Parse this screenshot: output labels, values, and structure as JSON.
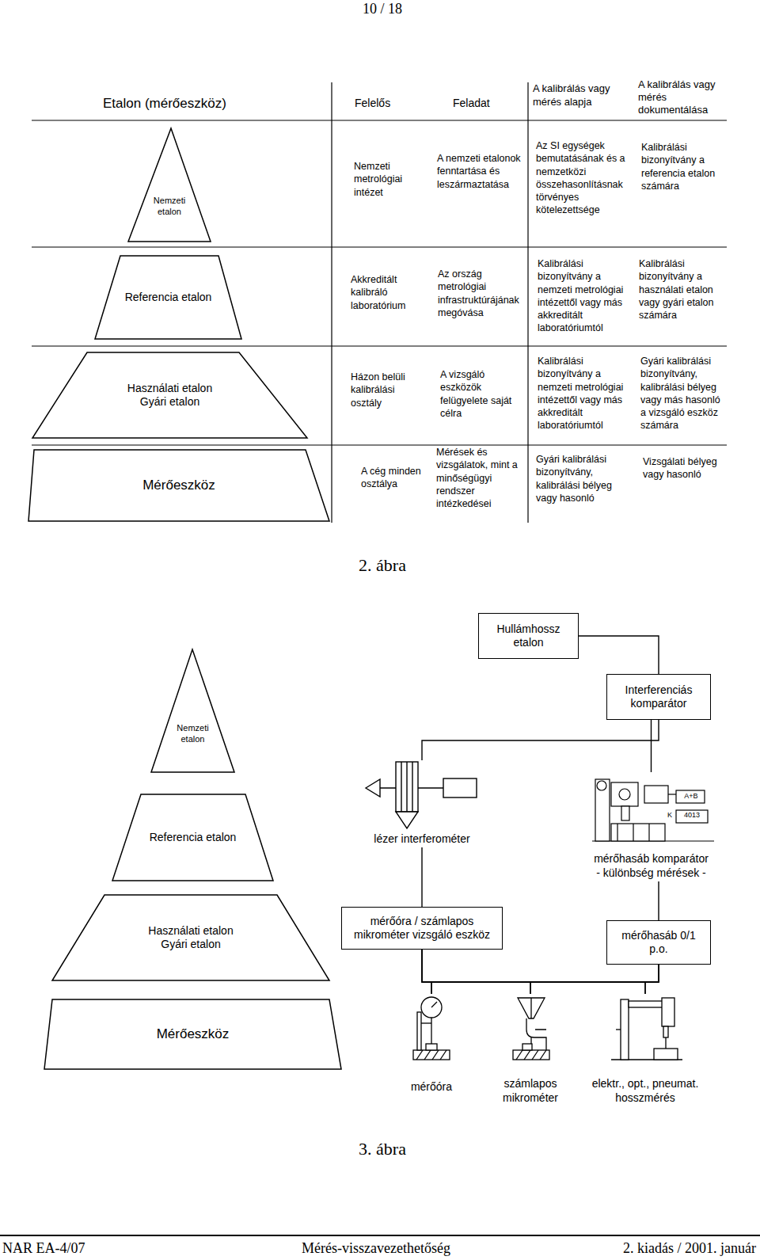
{
  "diagram": {
    "nodes": [
      {
        "text": [
          "Nemzeti etalon"
        ]
      },
      {
        "text": [
          "Referencia etalon"
        ]
      },
      {
        "text": [
          "Használati etalon Gyári etalon"
        ]
      },
      {
        "text": [
          "Mérőeszköz"
        ]
      },
      {
        "text": [
          "Hullámhossz etalon"
        ]
      },
      {
        "text": [
          "Interferenciás komparátor"
        ]
      },
      {
        "text": [
          "Nemzeti etalon"
        ]
      },
      {
        "text": [
          "Referencia etalon"
        ]
      },
      {
        "text": [
          "lézer interferométer"
        ]
      },
      {
        "text": [
          "mérőhasáb komparátor",
          "- különbség mérések -"
        ]
      },
      {
        "text": [
          "Használati etalon Gyári etalon"
        ]
      },
      {
        "text": [
          "mérőóra / számlapos mikrométer vizsgáló eszköz"
        ]
      },
      {
        "text": [
          "mérőhasáb 0/1 p.o."
        ]
      },
      {
        "text": [
          "Mérőeszköz"
        ]
      },
      {
        "text": [
          "mérőóra"
        ]
      },
      {
        "text": [
          "számlapos mikrométer"
        ]
      },
      {
        "text": [
          "elektr., opt., pneumat. hosszmérés"
        ]
      }
    ],
    "edges": [
      {
        "from": 4,
        "to": 5,
        "arrow": "none"
      },
      {
        "from": 5,
        "to": 8,
        "arrow": "none"
      },
      {
        "from": 5,
        "to": 9,
        "arrow": "none"
      },
      {
        "from": 8,
        "to": 11,
        "arrow": "none"
      },
      {
        "from": 9,
        "to": 12,
        "arrow": "none"
      },
      {
        "from": 11,
        "to": 14,
        "arrow": "none"
      },
      {
        "from": 11,
        "to": 15,
        "arrow": "none"
      },
      {
        "from": 11,
        "to": 16,
        "arrow": "none"
      },
      {
        "from": 12,
        "to": 14,
        "arrow": "none"
      },
      {
        "from": 12,
        "to": 15,
        "arrow": "none"
      },
      {
        "from": 12,
        "to": 16,
        "arrow": "none"
      }
    ],
    "labels": [
      "10 / 18",
      "Etalon (mérőeszköz)",
      "Felelős",
      "Feladat",
      "A kalibrálás vagy mérés alapja",
      "A kalibrálás vagy mérés dokumentálása",
      "Nemzeti metrológiai intézet",
      "A nemzeti etalonok fenntartása és leszármaztatása",
      "Az SI egységek bemutatásának és a nemzetközi összehasonlításnak törvényes kötelezettsége",
      "Kalibrálási bizonyítvány a referencia etalon számára",
      "Akkreditált kalibráló laboratórium",
      "Az ország metrológiai infrastruktúrájának megóvása",
      "Kalibrálási bizonyítvány a nemzeti metrológiai intézettől vagy más akkreditált laboratóriumtól",
      "Kalibrálási bizonyítvány a használati etalon vagy gyári etalon számára",
      "Házon belüli kalibrálási osztály",
      "A vizsgáló eszközök felügyelete saját célra",
      "Kalibrálási bizonyítvány a nemzeti metrológiai intézettől vagy más akkreditált laboratóriumtól",
      "Gyári kalibrálási bizonyítvány, kalibrálási bélyeg vagy más hasonló a vizsgáló eszköz számára",
      "A cég minden osztálya",
      "Mérések és vizsgálatok, mint a minőségügyi rendszer intézkedései",
      "Gyári kalibrálási bizonyítvány, kalibrálási bélyeg vagy hasonló",
      "Vizsgálati bélyeg vagy hasonló",
      "2. ábra",
      "A+B",
      "K",
      "4013",
      "3. ábra",
      "NAR EA-4/07",
      "Mérés-visszavezethetőség",
      "2. kiadás / 2001. január"
    ]
  }
}
